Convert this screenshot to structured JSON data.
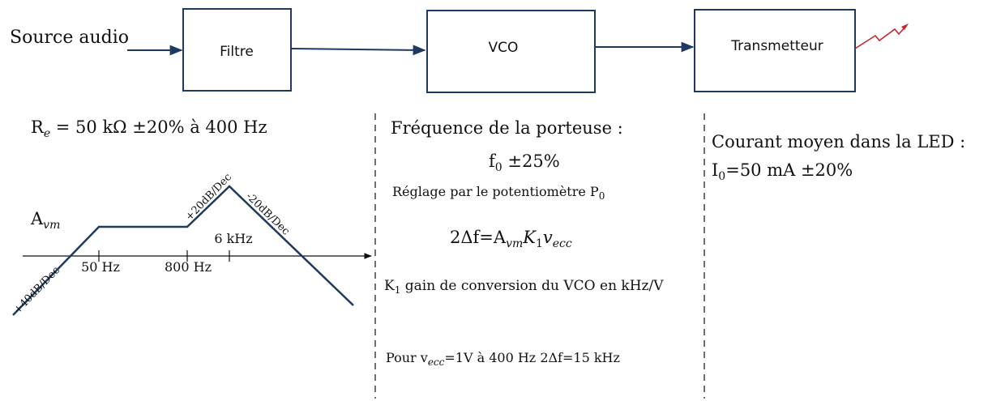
{
  "block_diagram": {
    "source_label": "Source audio",
    "filter_label": "Filtre",
    "vco_label": "VCO",
    "transmitter_label": "Transmetteur",
    "line_color": "#1f3a60",
    "signal_color": "#c0282c"
  },
  "filter_spec": {
    "impedance_symbol": "R",
    "impedance_sub": "e",
    "impedance_text": " = 50 kΩ ±20% à 400 Hz",
    "gain_symbol": "A",
    "gain_sub": "vm"
  },
  "bode_plot": {
    "slope_rising": "+40dB/Dec",
    "slope_mid": "+20dB/Dec",
    "slope_falling": "-20dB/Dec",
    "tick_50": "50 Hz",
    "tick_800": "800 Hz",
    "tick_6k": "6 kHz"
  },
  "vco_spec": {
    "heading": "Fréquence de la porteuse :",
    "carrier_symbol": "f",
    "carrier_sub": "0",
    "carrier_tolerance": " ±25%",
    "adjust_text": "Réglage par le potentiomètre P",
    "adjust_sub": "0",
    "formula_lhs": "2Δf=A",
    "formula_sub1": "vm",
    "formula_k": "K",
    "formula_sub2": "1",
    "formula_v": "v",
    "formula_sub3": "ecc",
    "k1_symbol": "K",
    "k1_sub": "1",
    "k1_text": " gain de conversion du VCO en kHz/V",
    "example_prefix": "Pour v",
    "example_sub": "ecc",
    "example_text": "=1V à 400 Hz 2Δf=15 kHz"
  },
  "led_spec": {
    "heading": "Courant moyen dans la LED :",
    "current_symbol": "I",
    "current_sub": "0",
    "current_text": "=50 mA ±20%"
  }
}
